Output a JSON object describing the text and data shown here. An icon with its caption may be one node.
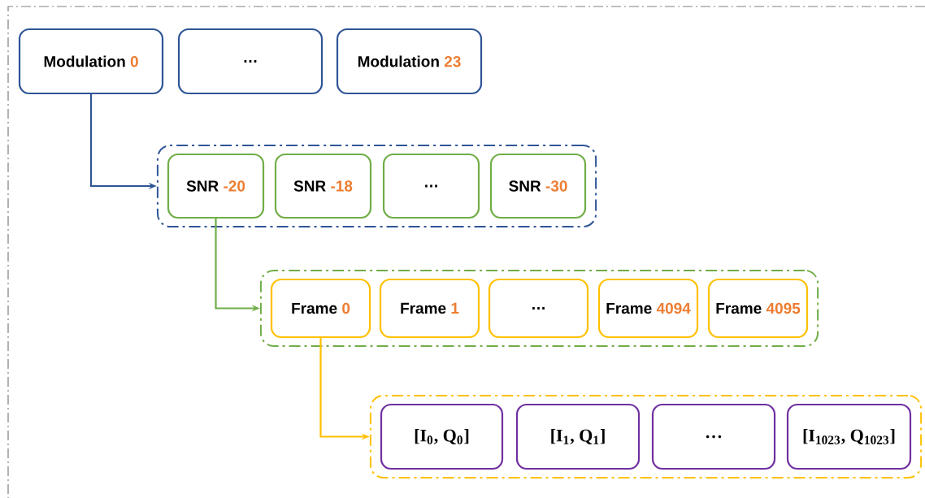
{
  "diagram": {
    "nodes": [
      {
        "text": [
          "Modulation",
          "0"
        ]
      },
      {
        "text": [
          "…"
        ]
      },
      {
        "text": [
          "Modulation",
          "23"
        ]
      },
      {
        "text": [],
        "shape": "box"
      },
      {
        "text": [
          "SNR",
          "-20"
        ],
        "in": 3
      },
      {
        "text": [
          "SNR",
          "-18"
        ],
        "in": 3
      },
      {
        "text": [
          "…"
        ],
        "in": 3
      },
      {
        "text": [
          "SNR",
          "-30"
        ],
        "in": 3
      },
      {
        "text": [],
        "shape": "box"
      },
      {
        "text": [
          "Frame",
          "0"
        ],
        "in": 8
      },
      {
        "text": [
          "Frame",
          "1"
        ],
        "in": 8
      },
      {
        "text": [
          "…"
        ],
        "in": 8
      },
      {
        "text": [
          "Frame",
          "4094"
        ],
        "in": 8
      },
      {
        "text": [
          "Frame",
          "4095"
        ],
        "in": 8
      },
      {
        "text": [],
        "shape": "box"
      },
      {
        "text": [
          "[I$_{0}$, Q$_{0}$]"
        ],
        "in": 14
      },
      {
        "text": [
          "[I$_{1}$, Q$_{1}$]"
        ],
        "in": 14
      },
      {
        "text": [
          "…"
        ],
        "in": 14
      },
      {
        "text": [
          "[I$_{1023}$, Q$_{1023}$]"
        ],
        "in": 14
      }
    ],
    "edges": [
      {
        "from": 0,
        "to": 3,
        "arrow": "to",
        "color": "#2f5597"
      },
      {
        "from": 4,
        "to": 8,
        "arrow": "to",
        "color": "#70ad47"
      },
      {
        "from": 9,
        "to": 14,
        "arrow": "to",
        "color": "#ffc000"
      }
    ]
  }
}
